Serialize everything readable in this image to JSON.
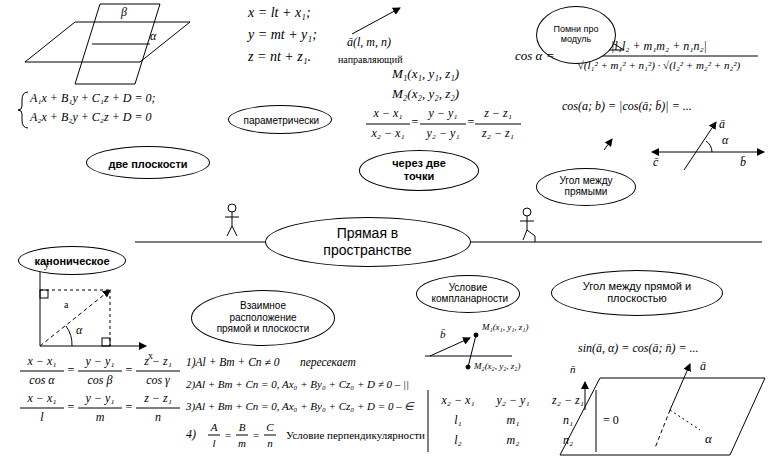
{
  "diagram": {
    "nodes": [
      {
        "text": [
          "Прямая в пространстве"
        ]
      },
      {
        "text": [
          "параметрически"
        ]
      },
      {
        "text": [
          "две плоскости"
        ]
      },
      {
        "text": [
          "через две точки"
        ]
      },
      {
        "text": [
          "Угол между прямыми"
        ]
      },
      {
        "text": [
          "каноническое"
        ]
      },
      {
        "text": [
          "Взаимное расположение прямой и плоскости"
        ]
      },
      {
        "text": [
          "Условие компланарности"
        ]
      },
      {
        "text": [
          "Угол между прямой и плоскостью"
        ]
      },
      {
        "text": [
          "Помни про модуль"
        ]
      }
    ],
    "labels": [
      "β",
      "α",
      "A₁x + B₁y + C₁z + D = 0;",
      "A₂x + B₂y + C₂z + D = 0",
      "x = lt + x₁;",
      "y = mt + y₁;",
      "z = nt + z₁.",
      "ā(l, m, n)",
      "направляющий",
      "M₁(x₁, y₁, z₁)",
      "M₂(x₂, y₂, z₂)",
      "x − x₁",
      "x₂ − x₁",
      "=",
      "y − y₁",
      "y₂ − y₁",
      "=",
      "z − z₁",
      "z₂ − z₁",
      "cos α =",
      "|l₁l₂ + m₁m₂ + n₁n₂|",
      "√(l₁² + m₁² + n₁²) · √(l₂² + m₂² + n₂²)",
      "cos(a; b) = |cos(ā; b̄)| = ...",
      "ā",
      "α",
      "c̄",
      "b̄",
      "y",
      "a",
      "α",
      "x",
      "x − x₁",
      "cos α",
      "=",
      "y − y₁",
      "cos β",
      "=",
      "z − z₁",
      "cos γ",
      "x − x₁",
      "l",
      "=",
      "y − y₁",
      "m",
      "=",
      "z − z₁",
      "n",
      "1)Al + Bm + Cn ≠ 0",
      "пересекает",
      "2)Al + Bm + Cn = 0,  Ax₀ + By₀ + Cz₀ + D ≠ 0 – ||",
      "3)Al + Bm + Cn = 0,  Ax₀ + By₀ + Cz₀ + D = 0 – ∈",
      "4)",
      "A",
      "l",
      "=",
      "B",
      "m",
      "=",
      "C",
      "n",
      "Условие перпендикулярности",
      "b̄",
      "M₁(x₁, y₁, z₁)",
      "M₂(x₂, y₂, z₂)",
      "x₂ − x₁",
      "y₂ − y₁",
      "z₂ − z₁",
      "l₁",
      "m₁",
      "n₁",
      "l₂",
      "m₂",
      "n₂",
      "= 0",
      "sin(ā, α) = cos(ā; n̄) = ...",
      "n̄",
      "ā",
      "α"
    ]
  }
}
